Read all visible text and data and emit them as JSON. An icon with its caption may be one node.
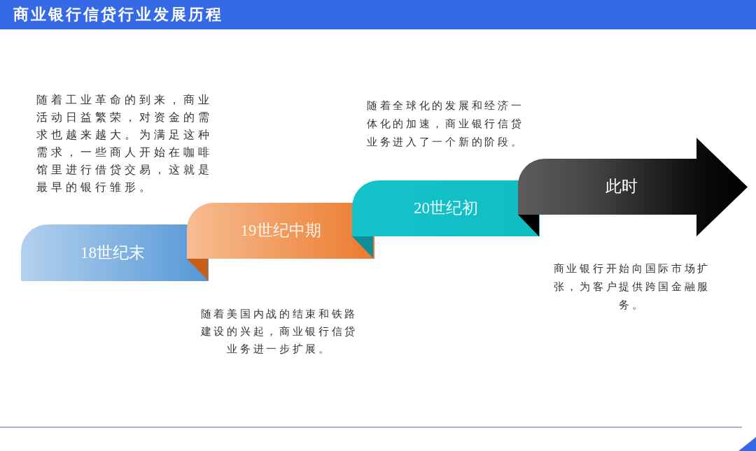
{
  "diagram": {
    "title": "商业银行信贷行业发展历程",
    "nodes": [
      {
        "text": [
          "18世纪末"
        ]
      },
      {
        "text": [
          "19世纪中期"
        ]
      },
      {
        "text": [
          "20世纪初"
        ]
      },
      {
        "text": [
          "此时"
        ]
      }
    ],
    "labels": [
      "随着工业革命的到来，商业活动日益繁荣，对资金的需求也越来越大。为满足这种需求，一些商人开始在咖啡馆里进行借贷交易，这就是最早的银行雏形。",
      "随着美国内战的结束和铁路建设的兴起，商业银行信贷业务进一步扩展。",
      "随着全球化的发展和经济一体化的加速，商业银行信贷业务进入了一个新的阶段。",
      "商业银行开始向国际市场扩张，为客户提供跨国金融服务。"
    ]
  }
}
